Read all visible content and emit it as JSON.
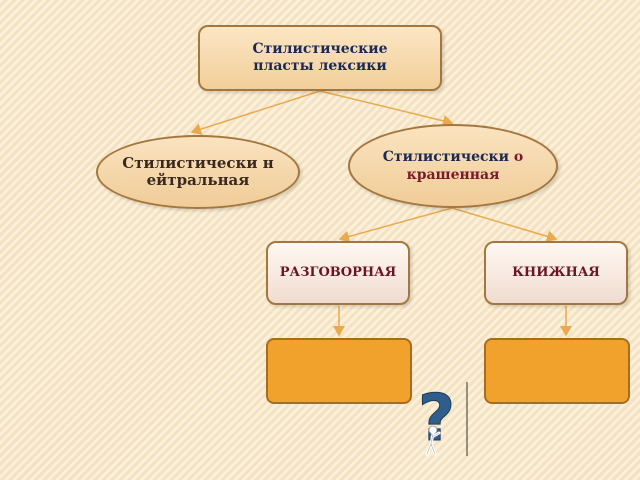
{
  "diagram": {
    "root": "Стилистические пласты лексики",
    "neutral": "Стилистически нейтральная",
    "colored_prefix": "Стилистически ",
    "colored_accent": "окрашенная",
    "colloquial": "РАЗГОВОРНАЯ",
    "bookish": "КНИЖНАЯ",
    "question_mark": "?"
  },
  "colors": {
    "background": "#f8e8c9",
    "connector": "#e9a94f",
    "box_border": "#a3773d",
    "orange_box": "#f0a22d",
    "question_mark": "#2f5d8c"
  }
}
